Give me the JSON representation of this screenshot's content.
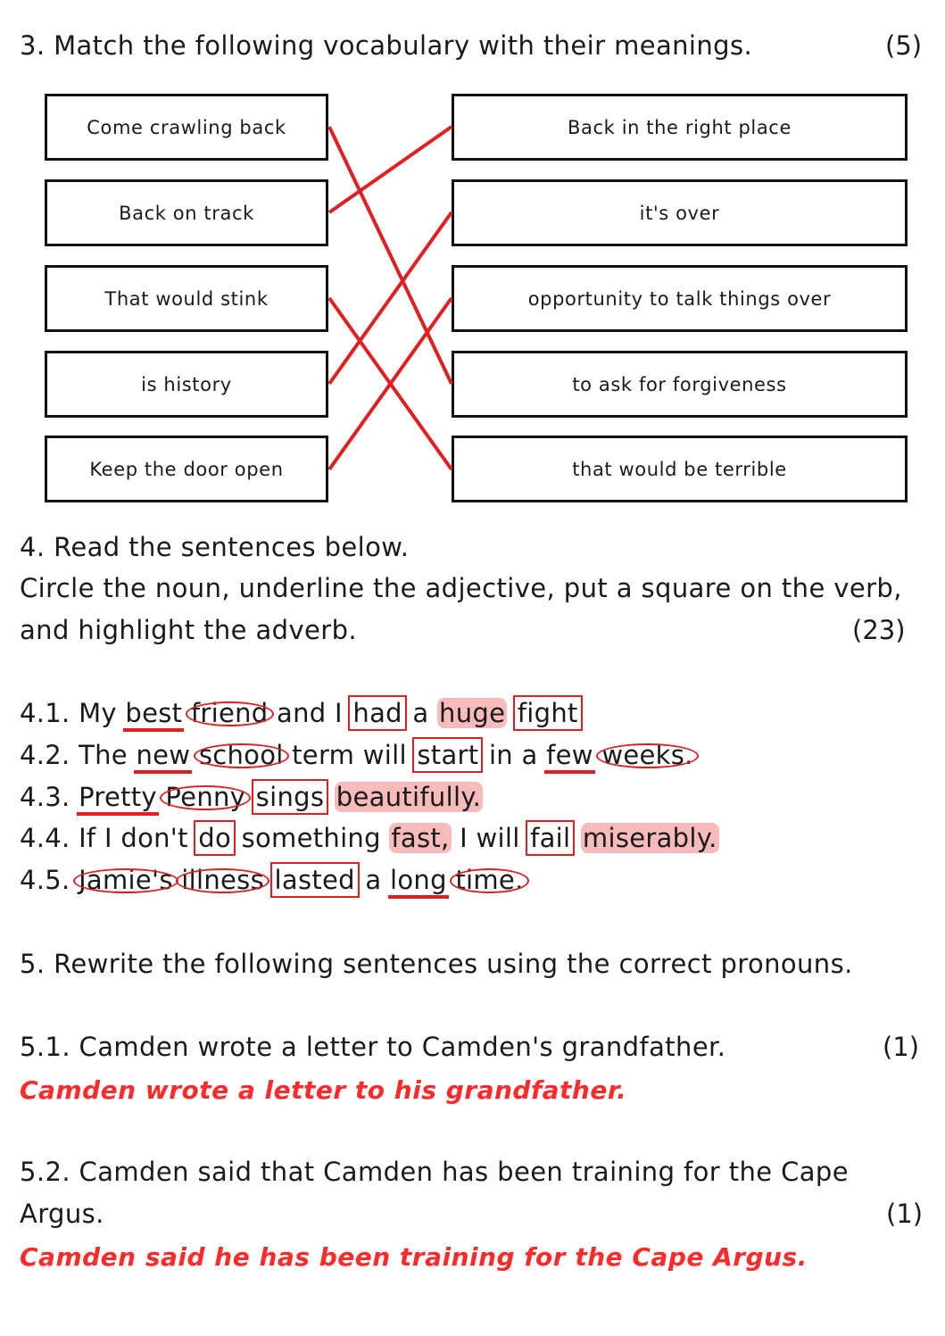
{
  "q3": {
    "title": "3. Match the following vocabulary with their meanings.",
    "marks": "(5)",
    "left": [
      "Come crawling back",
      "Back on track",
      "That would stink",
      "is history",
      "Keep the door open"
    ],
    "right": [
      "Back in the right place",
      "it's over",
      "opportunity to talk things over",
      "to ask for forgiveness",
      "that would be terrible"
    ],
    "matches": [
      [
        0,
        3
      ],
      [
        1,
        0
      ],
      [
        2,
        4
      ],
      [
        3,
        1
      ],
      [
        4,
        2
      ]
    ]
  },
  "q4": {
    "title": "4. Read the sentences below.",
    "instruction1": "Circle the noun, underline the adjective, put a square on the verb,",
    "instruction2": "and highlight the adverb.",
    "marks": "(23)",
    "sentences": [
      {
        "num": "4.1.",
        "words": [
          [
            "My",
            ""
          ],
          [
            "best",
            "adj"
          ],
          [
            "friend",
            "noun"
          ],
          [
            "and",
            ""
          ],
          [
            "I",
            ""
          ],
          [
            "had",
            "verb"
          ],
          [
            "a",
            ""
          ],
          [
            "huge",
            "adv"
          ],
          [
            "fight",
            "verb"
          ]
        ]
      },
      {
        "num": "4.2.",
        "words": [
          [
            "The",
            ""
          ],
          [
            "new",
            "adj"
          ],
          [
            "school",
            "noun"
          ],
          [
            "term",
            ""
          ],
          [
            "will",
            ""
          ],
          [
            "start",
            "verb"
          ],
          [
            "in",
            ""
          ],
          [
            "a",
            ""
          ],
          [
            "few",
            "adj"
          ],
          [
            "weeks.",
            "noun"
          ]
        ]
      },
      {
        "num": "4.3.",
        "words": [
          [
            "Pretty",
            "adj"
          ],
          [
            "Penny",
            "noun"
          ],
          [
            "sings",
            "verb"
          ],
          [
            "beautifully.",
            "adv"
          ]
        ]
      },
      {
        "num": "4.4.",
        "words": [
          [
            "If",
            ""
          ],
          [
            "I",
            ""
          ],
          [
            "don't",
            ""
          ],
          [
            "do",
            "verb"
          ],
          [
            "something",
            ""
          ],
          [
            "fast,",
            "adv"
          ],
          [
            "I",
            ""
          ],
          [
            "will",
            ""
          ],
          [
            "fail",
            "verb"
          ],
          [
            "miserably.",
            "adv"
          ]
        ]
      },
      {
        "num": "4.5.",
        "words": [
          [
            "Jamie's",
            "noun"
          ],
          [
            "illness",
            "noun"
          ],
          [
            "lasted",
            "verb"
          ],
          [
            "a",
            ""
          ],
          [
            "long",
            "adj"
          ],
          [
            "time.",
            "noun"
          ]
        ]
      }
    ]
  },
  "q5": {
    "title": "5. Rewrite the following sentences using the correct pronouns.",
    "items": [
      {
        "line1": "5.1. Camden wrote a letter to Camden's grandfather.",
        "line2": "",
        "marks": "(1)",
        "answer": "Camden wrote a letter to his grandfather."
      },
      {
        "line1": "5.2. Camden said that Camden has been training for the Cape",
        "line2": "Argus.",
        "marks": "(1)",
        "answer": "Camden said he has been training for the Cape Argus."
      }
    ]
  },
  "colors": {
    "ink": "#1a1a1a",
    "mark": "#e02020",
    "answer": "#ff2a2a",
    "highlight": "#f4a0a0"
  }
}
